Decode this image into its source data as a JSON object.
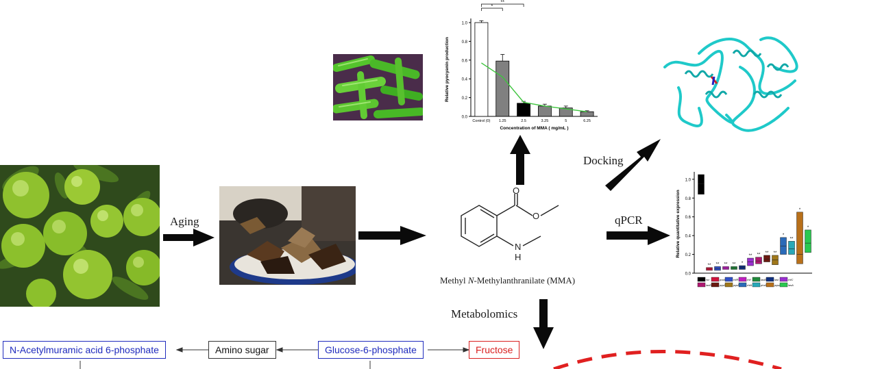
{
  "labels": {
    "aging": "Aging",
    "docking": "Docking",
    "qpcr": "qPCR",
    "metabolomics": "Metabolomics",
    "compound_prefix": "Methyl ",
    "compound_italic": "N",
    "compound_suffix": "-Methylanthranilate (MMA)",
    "nh": "N",
    "h": "H",
    "o": "O"
  },
  "pathway": {
    "box1": "N-Acetylmuramic acid 6-phosphate",
    "box2": "Amino sugar",
    "box3": "Glucose-6-phosphate",
    "box4": "Fructose"
  },
  "colors": {
    "arrow": "#0a0a0a",
    "protein": "#1fc9c9",
    "fruit": "#7fbf2a",
    "bacteria": "#3fbf2a",
    "dashed_arc": "#e02020",
    "blue_box": "#1f2bbd",
    "red_box": "#d91f1f"
  },
  "chart_data": [
    {
      "type": "bar",
      "xlabel": "Concentration of MMA ( mg/mL )",
      "ylabel": "Relative pyocyanin production",
      "categories": [
        "Control (0)",
        "1.25",
        "2.5",
        "3.25",
        "5",
        "6.25"
      ],
      "values": [
        1.0,
        0.59,
        0.14,
        0.11,
        0.09,
        0.05
      ],
      "errors": [
        0.02,
        0.07,
        0.02,
        0.02,
        0.02,
        0.01
      ],
      "bar_colors": [
        "#ffffff",
        "#808080",
        "#000000",
        "#808080",
        "#808080",
        "#808080"
      ],
      "trend_values": [
        0.57,
        0.42,
        0.15,
        0.11,
        0.08,
        0.05
      ],
      "trend_color": "#3ec43e",
      "ylim": [
        0,
        1.0
      ],
      "yticks": [
        "0.0",
        "0.2",
        "0.4",
        "0.6",
        "0.8",
        "1.0"
      ],
      "significance": [
        "*",
        "**"
      ]
    },
    {
      "type": "box",
      "ylabel": "Relative quantitative expression",
      "ylim": [
        0,
        1.05
      ],
      "yticks": [
        "0.0",
        "0.2",
        "0.4",
        "0.6",
        "0.8",
        "1.0"
      ],
      "boxes": [
        {
          "low": 0.84,
          "high": 1.06,
          "mid": 0.95,
          "color": "#000000",
          "sig": ""
        },
        {
          "low": 0.03,
          "high": 0.06,
          "mid": 0.045,
          "color": "#d0143c",
          "sig": "**"
        },
        {
          "low": 0.03,
          "high": 0.07,
          "mid": 0.05,
          "color": "#3050c8",
          "sig": "**"
        },
        {
          "low": 0.04,
          "high": 0.07,
          "mid": 0.055,
          "color": "#c020c0",
          "sig": "**"
        },
        {
          "low": 0.04,
          "high": 0.07,
          "mid": 0.055,
          "color": "#208a3c",
          "sig": "**"
        },
        {
          "low": 0.04,
          "high": 0.08,
          "mid": 0.06,
          "color": "#103080",
          "sig": "*"
        },
        {
          "low": 0.08,
          "high": 0.16,
          "mid": 0.12,
          "color": "#9a30d0",
          "sig": "**"
        },
        {
          "low": 0.1,
          "high": 0.17,
          "mid": 0.13,
          "color": "#b01870",
          "sig": "**"
        },
        {
          "low": 0.12,
          "high": 0.19,
          "mid": 0.15,
          "color": "#6a1a10",
          "sig": "**"
        },
        {
          "low": 0.09,
          "high": 0.19,
          "mid": 0.14,
          "color": "#a0781a",
          "sig": "**"
        },
        {
          "low": 0.2,
          "high": 0.38,
          "mid": 0.29,
          "color": "#2a6ab8",
          "sig": "*"
        },
        {
          "low": 0.2,
          "high": 0.34,
          "mid": 0.26,
          "color": "#28a8b8",
          "sig": "**"
        },
        {
          "low": 0.1,
          "high": 0.65,
          "mid": 0.2,
          "color": "#b8701a",
          "sig": "*"
        },
        {
          "low": 0.22,
          "high": 0.46,
          "mid": 0.32,
          "color": "#2ac850",
          "sig": "*"
        }
      ],
      "legend": [
        {
          "name": "rsc",
          "color": "#000000"
        },
        {
          "name": "pvdA",
          "color": "#d0143c"
        },
        {
          "name": "rhlR",
          "color": "#3050c8"
        },
        {
          "name": "rhlI",
          "color": "#c020c0"
        },
        {
          "name": "lasB",
          "color": "#208a3c"
        },
        {
          "name": "lasI",
          "color": "#103080"
        },
        {
          "name": "rhlC",
          "color": "#9a30d0"
        },
        {
          "name": "lasR",
          "color": "#b01870"
        },
        {
          "name": "pqsH",
          "color": "#6a1a10"
        },
        {
          "name": "pqsR",
          "color": "#a0781a"
        },
        {
          "name": "rhlA",
          "color": "#2a6ab8"
        },
        {
          "name": "phzM",
          "color": "#28a8b8"
        },
        {
          "name": "pqsA",
          "color": "#b8701a"
        },
        {
          "name": "lasA",
          "color": "#2ac850"
        }
      ]
    }
  ]
}
